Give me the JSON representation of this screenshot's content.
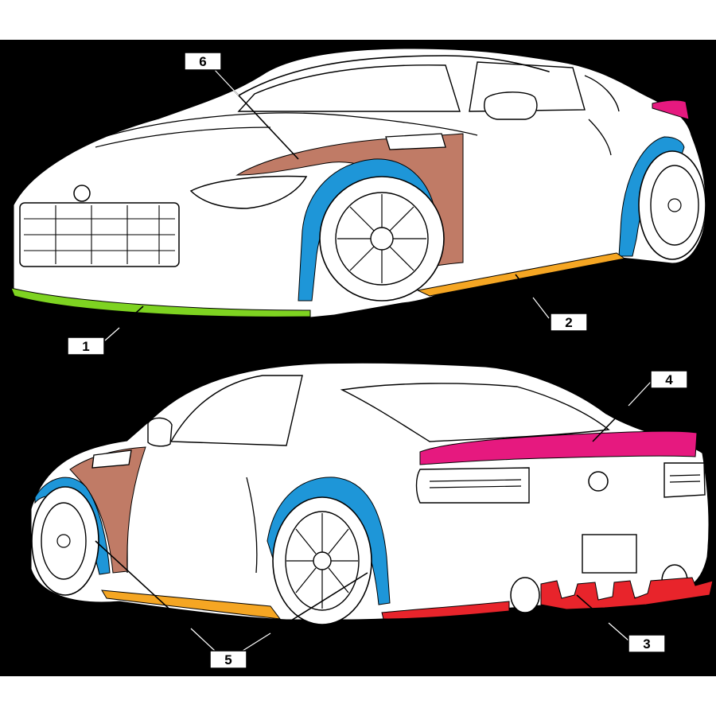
{
  "colors": {
    "frame": "#ffffff",
    "background": "#000000",
    "outline": "#ffffff",
    "part_1": "#7ed321",
    "part_2": "#f5a623",
    "part_3": "#e8242b",
    "part_4": "#e6197f",
    "part_5": "#1e96d8",
    "part_6": "#c07b66"
  },
  "labels": {
    "part_1": "1",
    "part_2": "2",
    "part_3": "3",
    "part_4": "4",
    "part_5": "5",
    "part_6": "6"
  }
}
